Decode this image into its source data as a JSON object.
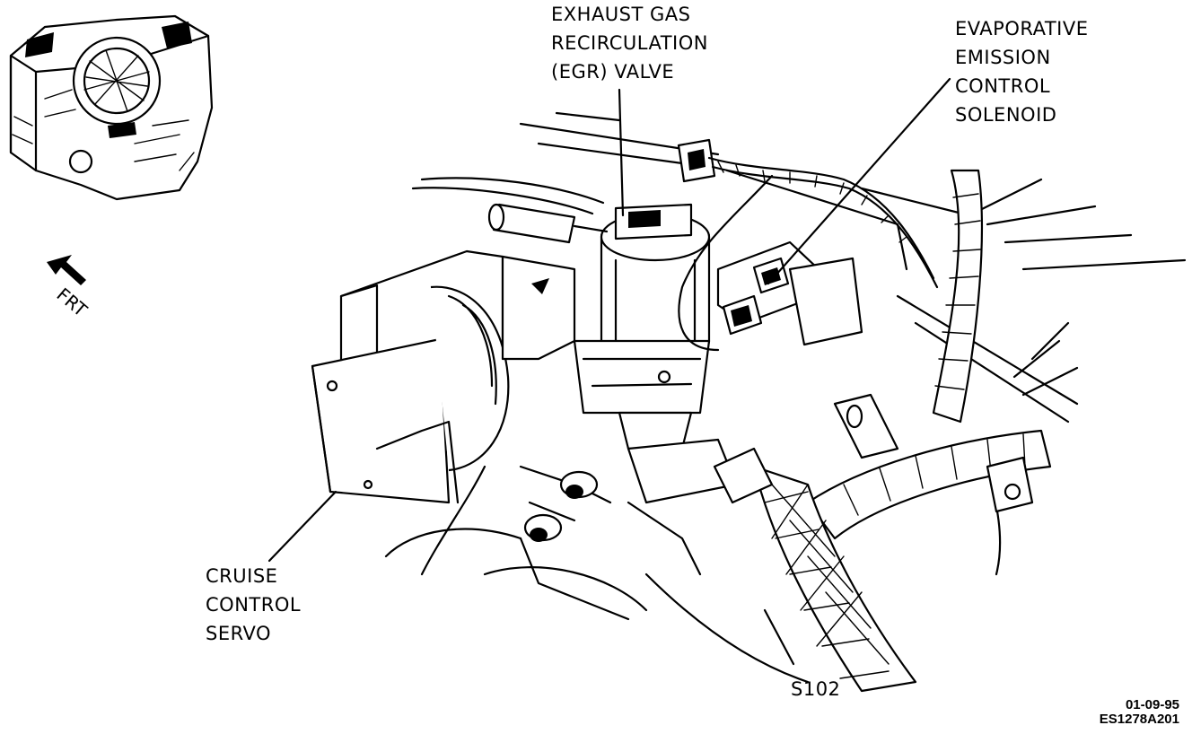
{
  "labels": {
    "egr_valve": [
      "EXHAUST GAS",
      "RECIRCULATION",
      "(EGR) VALVE"
    ],
    "evap_solenoid": [
      "EVAPORATIVE",
      "EMISSION",
      "CONTROL",
      "SOLENOID"
    ],
    "cruise_servo": [
      "CRUISE",
      "CONTROL",
      "SERVO"
    ],
    "splice": "S102",
    "direction": "FRT"
  },
  "figure_code": {
    "date": "01-09-95",
    "id": "ES1278A201"
  }
}
